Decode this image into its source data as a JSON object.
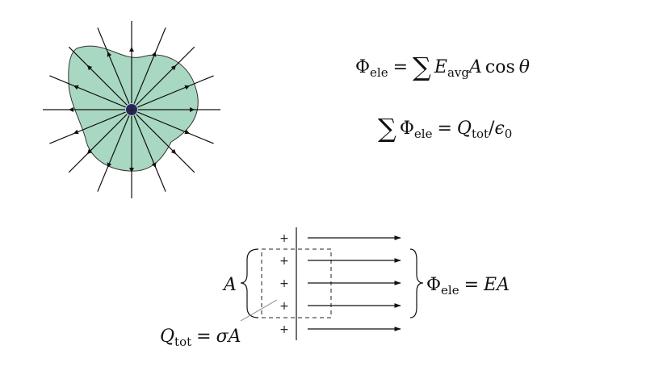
{
  "colors": {
    "surface_fill": "#a8d8c2",
    "surface_stroke": "#333333",
    "ink": "#111111",
    "charge_fill": "#2b2466"
  },
  "point_charge": {
    "symbol": "+"
  },
  "equations": {
    "eq1": {
      "lhs_sym": "Φ",
      "lhs_sub": "ele",
      "eq": "=",
      "sum": "∑",
      "E": "E",
      "E_sub": "avg",
      "A": "A",
      "cos": "cos",
      "theta": "θ"
    },
    "eq2": {
      "sum": "∑",
      "phi": "Φ",
      "phi_sub": "ele",
      "eq": "=",
      "Q": "Q",
      "Q_sub": "tot",
      "slash": "/",
      "eps": "ϵ",
      "eps_sub": "0"
    }
  },
  "plate": {
    "charge_symbols": [
      "+",
      "+",
      "+",
      "+",
      "+"
    ],
    "area_label": "A",
    "flux": {
      "phi": "Φ",
      "phi_sub": "ele",
      "eq": "=",
      "rhs": "EA"
    },
    "charge": {
      "Q": "Q",
      "Q_sub": "tot",
      "eq": "=",
      "rhs": "σA"
    }
  }
}
